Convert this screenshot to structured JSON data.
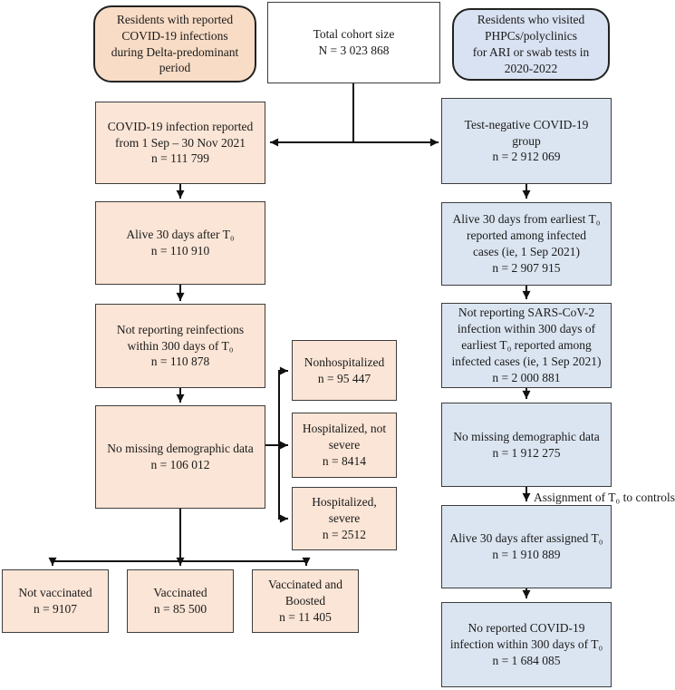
{
  "figure": {
    "top_row": {
      "delta_cohort_label": "Residents with reported\nCOVID-19 infections\nduring Delta-predominant\nperiod",
      "total_cohort_label": "Total cohort size\nN = 3 023 868",
      "test_negative_cohort_label": "Residents who visited\nPHPCs/polyclinics\nfor ARI or swab tests in\n2020-2022"
    },
    "left_column": [
      {
        "text": "COVID-19 infection reported\nfrom 1 Sep – 30 Nov 2021\nn = 111 799"
      },
      {
        "text": "Alive 30 days after T₀\nn = 110 910"
      },
      {
        "text": "Not reporting reinfections\nwithin 300 days of T₀\nn = 110 878"
      },
      {
        "text": "No missing demographic data\nn = 106 012"
      }
    ],
    "severity_boxes": [
      {
        "text": "Nonhospitalized\nn = 95 447"
      },
      {
        "text": "Hospitalized, not\nsevere\nn = 8414"
      },
      {
        "text": "Hospitalized,\nsevere\nn = 2512"
      }
    ],
    "vaccination_boxes": [
      {
        "text": "Not vaccinated\nn = 9107"
      },
      {
        "text": "Vaccinated\nn = 85 500"
      },
      {
        "text": "Vaccinated and\nBoosted\nn = 11 405"
      }
    ],
    "right_column": [
      {
        "text": "Test-negative COVID-19\ngroup\nn = 2 912 069"
      },
      {
        "text": "Alive 30 days from earliest T₀\nreported among infected\ncases (ie, 1 Sep 2021)\nn = 2 907 915"
      },
      {
        "text": "Not reporting SARS-CoV-2\ninfection within 300 days of\nearliest T₀ reported among\ninfected cases (ie, 1 Sep 2021)\nn = 2 000 881"
      },
      {
        "text": "No missing demographic data\nn = 1 912 275"
      },
      {
        "text": "Alive 30 days after assigned T₀\nn = 1 910 889"
      },
      {
        "text": "No reported COVID-19\ninfection within 300 days of T₀\nn = 1 684 085"
      }
    ],
    "annotations": {
      "assignment_label": "Assignment of T₀ to controls"
    },
    "colors": {
      "peach_fill": "#fbe5d6",
      "peach_rounded_fill": "#f8dcc5",
      "blue_fill": "#dbe5f1",
      "blue_rounded_fill": "#d9e2f2",
      "border": "#3d3d3d",
      "line": "#111111"
    }
  }
}
